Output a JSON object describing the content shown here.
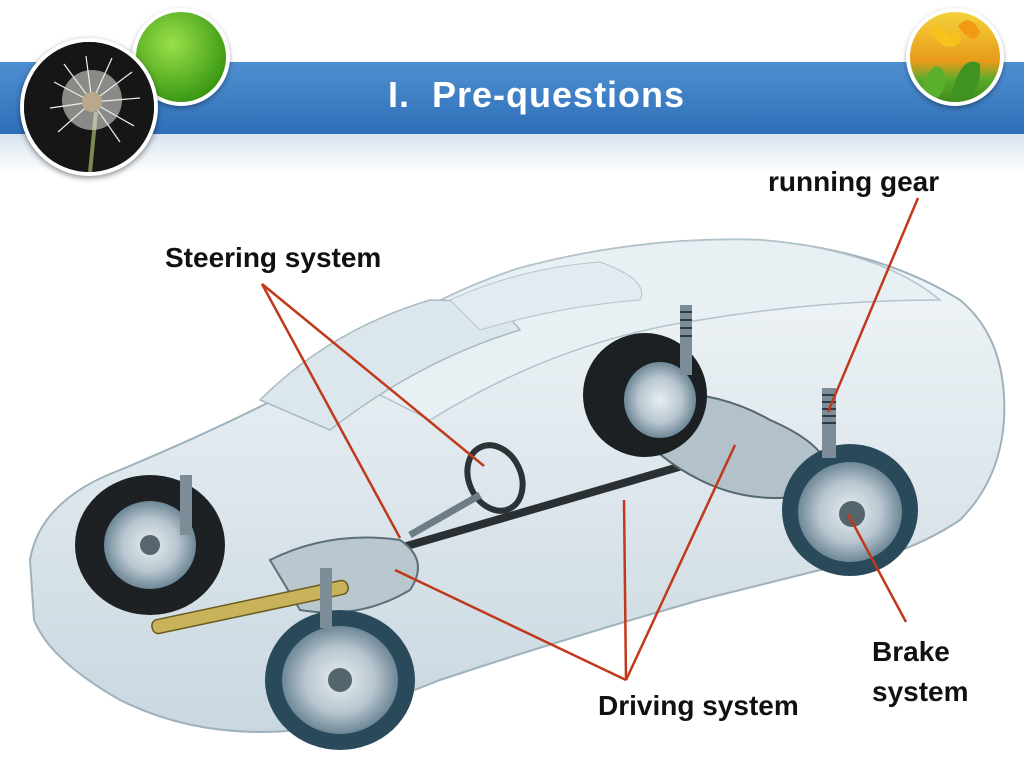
{
  "slide": {
    "title": "I.  Pre-questions"
  },
  "labels": {
    "steering": "Steering system",
    "running_gear": "running gear",
    "driving": "Driving system",
    "brake_line1": "Brake",
    "brake_line2": "system"
  },
  "colors": {
    "banner": "#3a7cc4",
    "callout_line": "#c0391b",
    "car_body": "#dfe9ef"
  }
}
